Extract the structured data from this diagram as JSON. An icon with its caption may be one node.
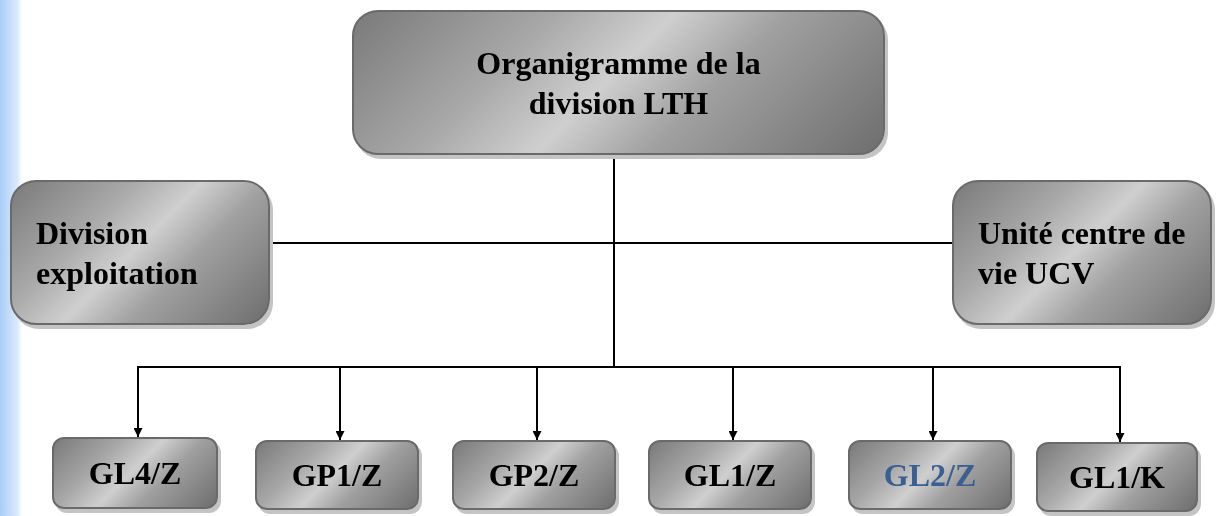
{
  "diagram": {
    "nodes": [
      {
        "text": [
          "Organigramme de la division LTH"
        ]
      },
      {
        "text": [
          "Division exploitation"
        ]
      },
      {
        "text": [
          "Unité centre de vie UCV"
        ]
      },
      {
        "text": [
          "GL4/Z"
        ]
      },
      {
        "text": [
          "GP1/Z"
        ]
      },
      {
        "text": [
          "GP2/Z"
        ]
      },
      {
        "text": [
          "GL1/Z"
        ]
      },
      {
        "text": [
          "GL2/Z"
        ]
      },
      {
        "text": [
          "GL1/K"
        ]
      }
    ],
    "edges": [
      {
        "from": 0,
        "to": 1,
        "arrow": "none"
      },
      {
        "from": 0,
        "to": 2,
        "arrow": "none"
      },
      {
        "from": 0,
        "to": 3,
        "arrow": "to"
      },
      {
        "from": 0,
        "to": 4,
        "arrow": "to"
      },
      {
        "from": 0,
        "to": 5,
        "arrow": "to"
      },
      {
        "from": 0,
        "to": 6,
        "arrow": "to"
      },
      {
        "from": 0,
        "to": 7,
        "arrow": "to"
      },
      {
        "from": 0,
        "to": 8,
        "arrow": "to"
      }
    ]
  }
}
